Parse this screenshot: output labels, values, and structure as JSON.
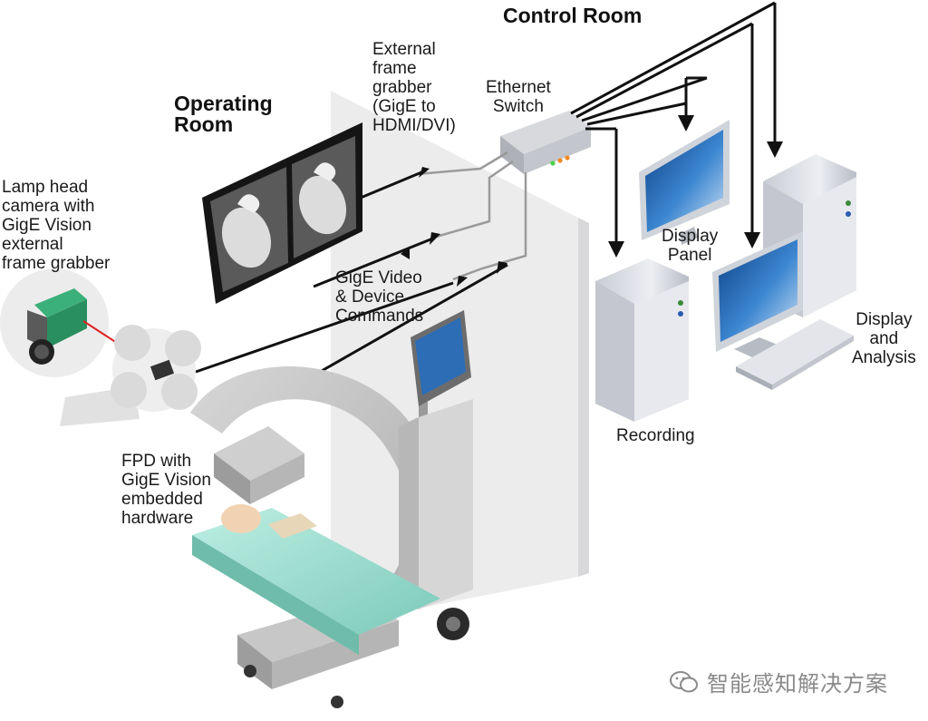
{
  "headings": {
    "control_room": "Control Room",
    "operating_room": "Operating\nRoom"
  },
  "labels": {
    "external_frame_grabber": "External\nframe\ngrabber\n(GigE to\nHDMI/DVI)",
    "ethernet_switch": "Ethernet\nSwitch",
    "lamp_head_camera": "Lamp head\ncamera with\nGigE Vision\nexternal\nframe grabber",
    "gige_video_commands": "GigE Video\n& Device\nCommands",
    "display_panel": "Display\nPanel",
    "display_analysis": "Display\nand\nAnalysis",
    "recording": "Recording",
    "fpd_gige": "FPD with\nGigE Vision\nembedded\nhardware"
  },
  "watermark": "智能感知解决方案",
  "colors": {
    "cable": "#111111",
    "cable_grey": "#9a9a9a",
    "wall": "#e9e9ea",
    "screen_blue": "#1f5fa8",
    "sheet": "#9fdccf",
    "laser": "#e02020"
  },
  "icons": [
    "camera-icon",
    "surgical-lamp-icon",
    "ethernet-switch-icon",
    "monitor-icon",
    "tower-pc-icon",
    "keyboard-icon",
    "c-arm-icon",
    "patient-bed-icon",
    "wechat-icon"
  ]
}
